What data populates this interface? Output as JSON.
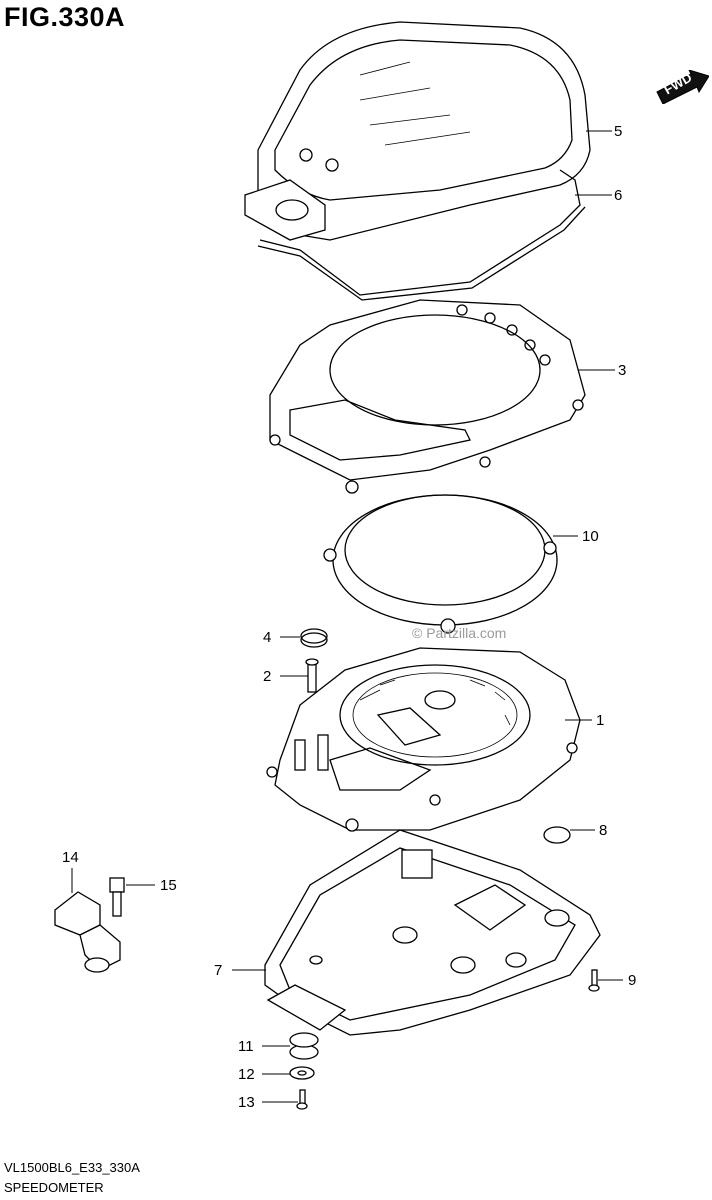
{
  "figure": {
    "title": "FIG.330A",
    "code": "VL1500BL6_E33_330A",
    "caption": "SPEEDOMETER",
    "watermark": "© Partzilla.com",
    "direction_badge": "FWD"
  },
  "parts": [
    {
      "ref": "1"
    },
    {
      "ref": "2"
    },
    {
      "ref": "3"
    },
    {
      "ref": "4"
    },
    {
      "ref": "5"
    },
    {
      "ref": "6"
    },
    {
      "ref": "7"
    },
    {
      "ref": "8"
    },
    {
      "ref": "9"
    },
    {
      "ref": "10"
    },
    {
      "ref": "11"
    },
    {
      "ref": "12"
    },
    {
      "ref": "13"
    },
    {
      "ref": "14"
    },
    {
      "ref": "15"
    }
  ],
  "icons": {
    "direction": "fwd-arrow-icon"
  }
}
